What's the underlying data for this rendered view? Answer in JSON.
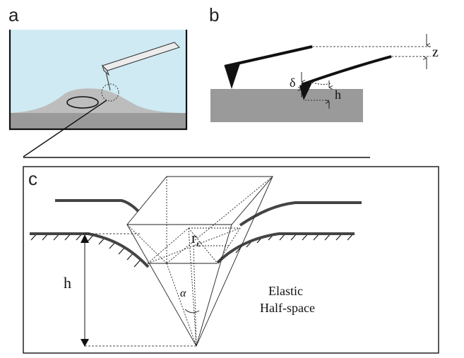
{
  "panels": {
    "a": {
      "label": "a"
    },
    "b": {
      "label": "b",
      "z_label": "z",
      "delta_label": "δ",
      "h_label": "h"
    },
    "c": {
      "label": "c",
      "rc_main": "r",
      "rc_sub": "c",
      "h_label": "h",
      "alpha_label": "α",
      "elastic_line1": "Elastic",
      "elastic_line2": "Half-space"
    }
  },
  "colors": {
    "liquid": "#cfeaf3",
    "substrate": "#9a9a9a",
    "cell": "#bdbdbd",
    "ink": "#111111",
    "surface": "#444444"
  }
}
